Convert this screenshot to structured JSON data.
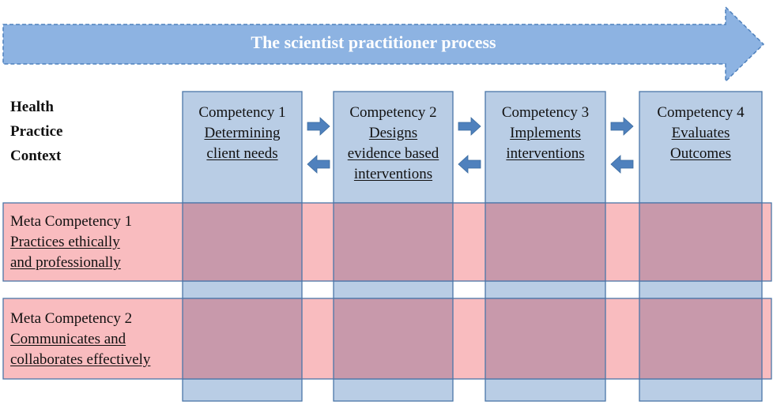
{
  "title": "The scientist practitioner process",
  "context_label": [
    "Health",
    "Practice",
    "Context"
  ],
  "competencies": [
    {
      "heading": "Competency 1",
      "lines": [
        "Determining",
        "client needs"
      ]
    },
    {
      "heading": "Competency 2",
      "lines": [
        "Designs",
        "evidence based",
        "interventions"
      ]
    },
    {
      "heading": "Competency 3",
      "lines": [
        "Implements",
        "interventions"
      ]
    },
    {
      "heading": "Competency 4",
      "lines": [
        "Evaluates",
        "Outcomes"
      ]
    }
  ],
  "meta_competencies": [
    {
      "heading": "Meta Competency 1",
      "lines": [
        "Practices ethically",
        "and professionally"
      ]
    },
    {
      "heading": "Meta Competency 2",
      "lines": [
        "Communicates and",
        "collaborates effectively"
      ]
    }
  ],
  "colors": {
    "banner_arrow": "#8db3e2",
    "competency_column": "#b9cde5",
    "meta_row": "#f9bcbf",
    "overlap": "#c899ab",
    "flow_arrow": "#4f81bd"
  }
}
